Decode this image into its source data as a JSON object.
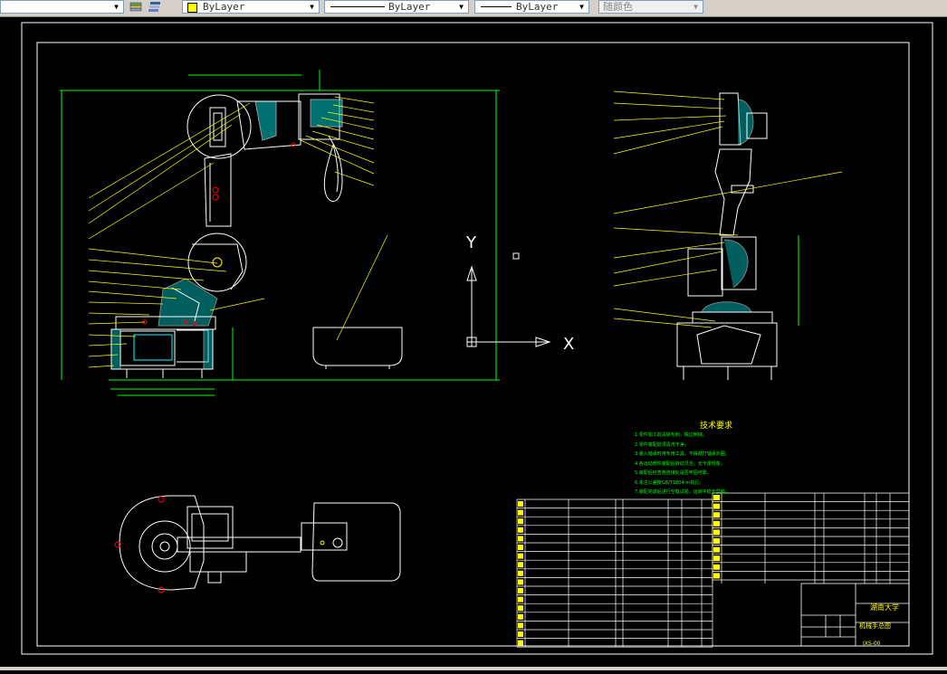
{
  "toolbar": {
    "layer_color": "ByLayer",
    "linetype": "ByLayer",
    "lineweight": "ByLayer",
    "plot_style": "随颜色"
  },
  "drawing": {
    "axis_x": "X",
    "axis_y": "Y",
    "technical_title": "技术要求",
    "technical_notes": [
      "1.零件加工前清除毛刺，锐边倒钝。",
      "2.零件装配前须清洗干净。",
      "3.装入轴承时用专用工具，不得敲打轴承外圈。",
      "4.各运动部件装配后转动灵活，无卡滞现象。",
      "5.装配后检查各连接处是否牢固可靠。",
      "6.未注公差按GB/T1804-m执行。",
      "7.装配完成后进行空载试验，运转平稳无异响。"
    ],
    "title_block": {
      "school": "湖南大学",
      "drawing_name": "机械手总图",
      "drawing_no": "JXS-00"
    },
    "colors": {
      "outline": "#ffffff",
      "hatch": "#00ffff",
      "leader": "#ffff00",
      "dimension": "#00ff00",
      "accent": "#ff0000"
    }
  }
}
